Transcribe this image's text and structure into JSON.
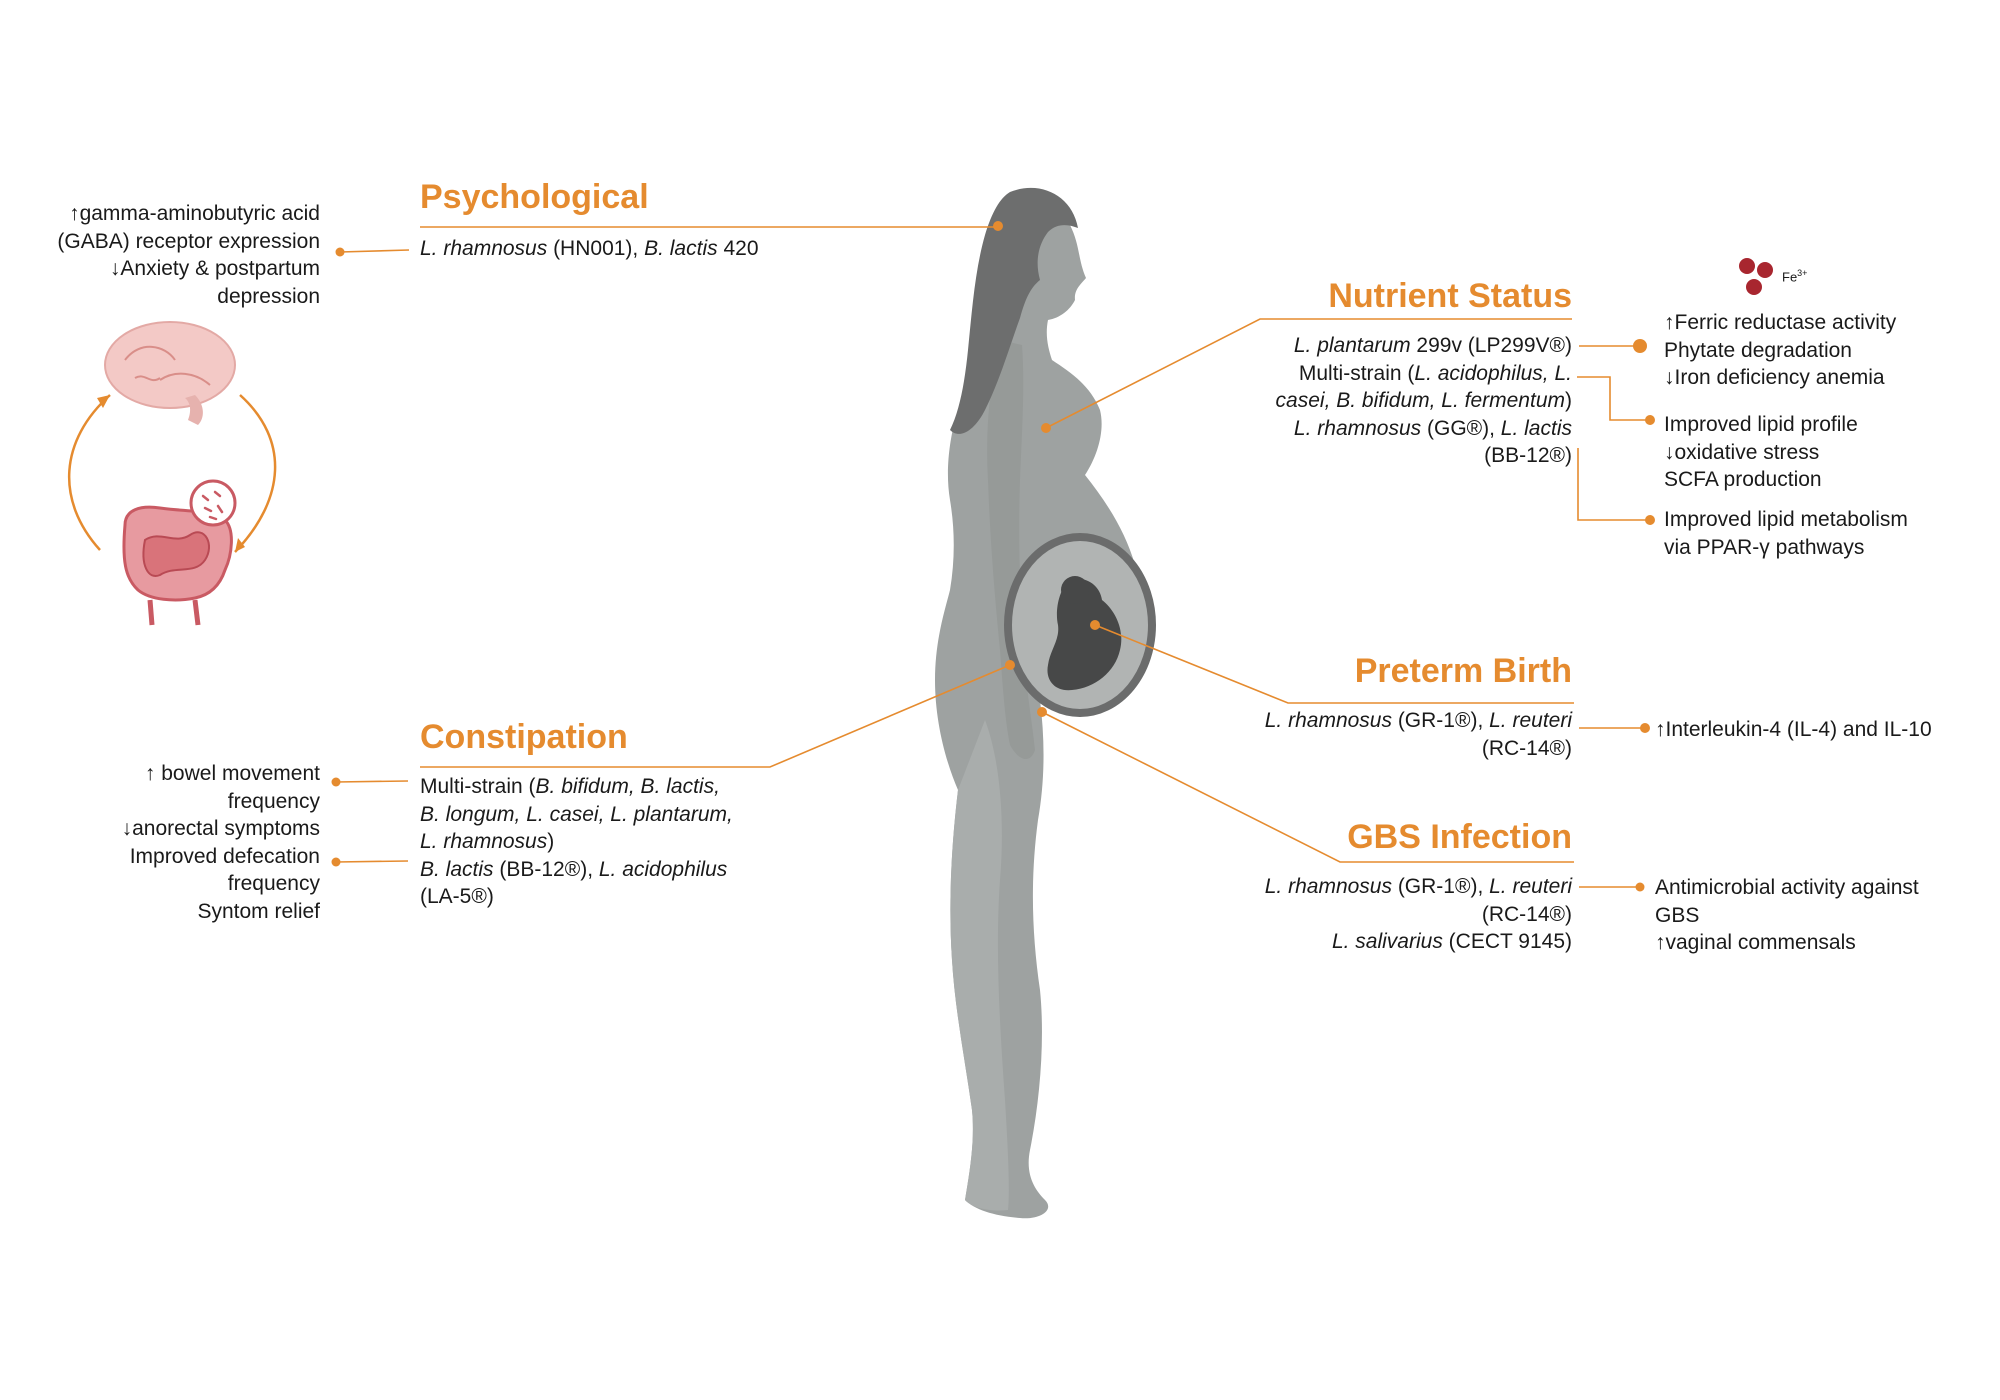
{
  "sections": {
    "psychological": {
      "title": "Psychological",
      "strains": [
        {
          "i": "L. rhamnosus"
        },
        {
          "t": " (HN001), "
        },
        {
          "i": "B. lactis"
        },
        {
          "t": " 420"
        }
      ],
      "effects": [
        "↑gamma-aminobutyric acid",
        "(GABA) receptor expression",
        "↓Anxiety & postpartum",
        "depression"
      ]
    },
    "constipation": {
      "title": "Constipation",
      "strain_lines": [
        [
          {
            "t": "Multi-strain ("
          },
          {
            "i": "B. bifidum, B. lactis,"
          }
        ],
        [
          {
            "i": "B. longum, L. casei, L. plantarum,"
          }
        ],
        [
          {
            "i": "L. rhamnosus"
          },
          {
            "t": ")"
          }
        ],
        [
          {
            "i": "B. lactis"
          },
          {
            "t": " (BB-12®), "
          },
          {
            "i": "L. acidophilus"
          }
        ],
        [
          {
            "t": "(LA-5®)"
          }
        ]
      ],
      "effects": [
        "↑ bowel movement",
        "frequency",
        "↓anorectal symptoms",
        "Improved defecation",
        "frequency",
        "Syntom relief"
      ]
    },
    "nutrient": {
      "title": "Nutrient Status",
      "strain_lines": [
        [
          {
            "i": "L. plantarum"
          },
          {
            "t": " 299v (LP299V®)"
          }
        ],
        [
          {
            "t": "Multi-strain ("
          },
          {
            "i": "L. acidophilus, L."
          }
        ],
        [
          {
            "i": "casei, B. bifidum, L. fermentum"
          },
          {
            "t": ")"
          }
        ],
        [
          {
            "i": "L. rhamnosus"
          },
          {
            "t": " (GG®), "
          },
          {
            "i": "L. lactis"
          }
        ],
        [
          {
            "t": "(BB-12®)"
          }
        ]
      ],
      "effects_1": [
        "↑Ferric reductase activity",
        "Phytate degradation",
        "↓Iron deficiency anemia"
      ],
      "effects_2": [
        "Improved lipid profile",
        "↓oxidative stress",
        "SCFA production"
      ],
      "effects_3": [
        "Improved lipid metabolism",
        "via PPAR-γ pathways"
      ],
      "iron_label": "Fe",
      "iron_sup": "3+"
    },
    "preterm": {
      "title": "Preterm Birth",
      "strain_lines": [
        [
          {
            "i": "L. rhamnosus"
          },
          {
            "t": " (GR-1®), "
          },
          {
            "i": "L. reuteri"
          }
        ],
        [
          {
            "t": "(RC-14®)"
          }
        ]
      ],
      "effects": [
        "↑Interleukin-4 (IL-4) and IL-10"
      ]
    },
    "gbs": {
      "title": "GBS Infection",
      "strain_lines": [
        [
          {
            "i": "L. rhamnosus"
          },
          {
            "t": " (GR-1®), "
          },
          {
            "i": "L. reuteri"
          }
        ],
        [
          {
            "t": "(RC-14®)"
          }
        ],
        [
          {
            "i": "L. salivarius"
          },
          {
            "t": " (CECT 9145)"
          }
        ]
      ],
      "effects": [
        "Antimicrobial activity against",
        "GBS",
        "↑vaginal commensals"
      ]
    }
  },
  "colors": {
    "accent": "#e58b2f",
    "body": "#9ea2a1",
    "hair": "#6d6e6e",
    "fetus": "#474848",
    "uterus": "#6b6c6c",
    "brain": "#f3c9c6",
    "gut": "#d9737a",
    "iron": "#a8262f"
  },
  "icons": [
    "brain-icon",
    "intestine-icon",
    "bacteria-magnifier-icon",
    "iron-molecules-icon",
    "pregnant-woman-silhouette"
  ]
}
